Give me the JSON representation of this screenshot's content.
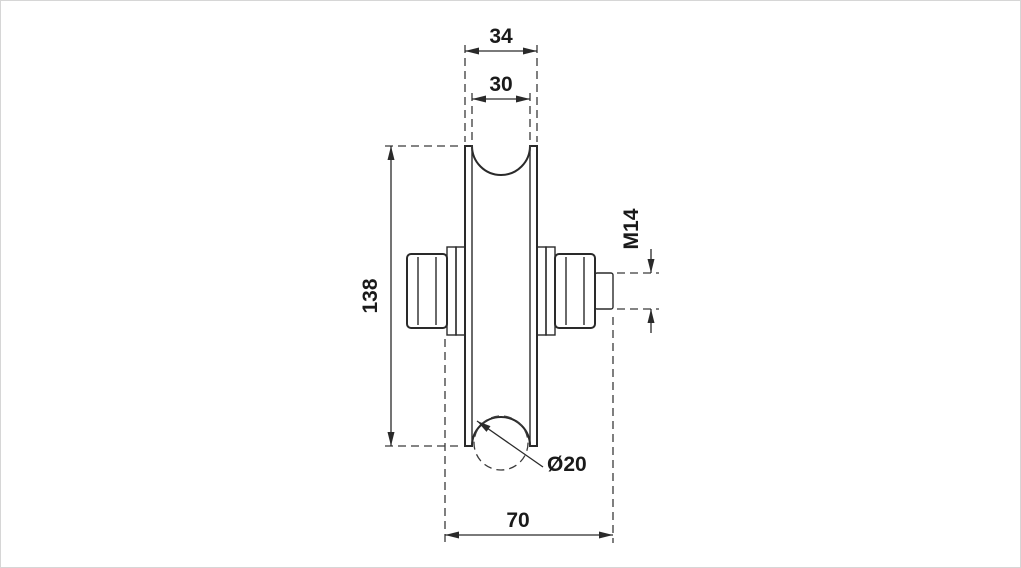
{
  "drawing": {
    "labels": {
      "outer_width": "34",
      "groove_width": "30",
      "diameter": "138",
      "thread": "M14",
      "groove_diameter": "Ø20",
      "overall_width": "70"
    },
    "colors": {
      "part_fill": "#ececec",
      "line": "#2a2a2a",
      "background": "#ffffff"
    }
  }
}
